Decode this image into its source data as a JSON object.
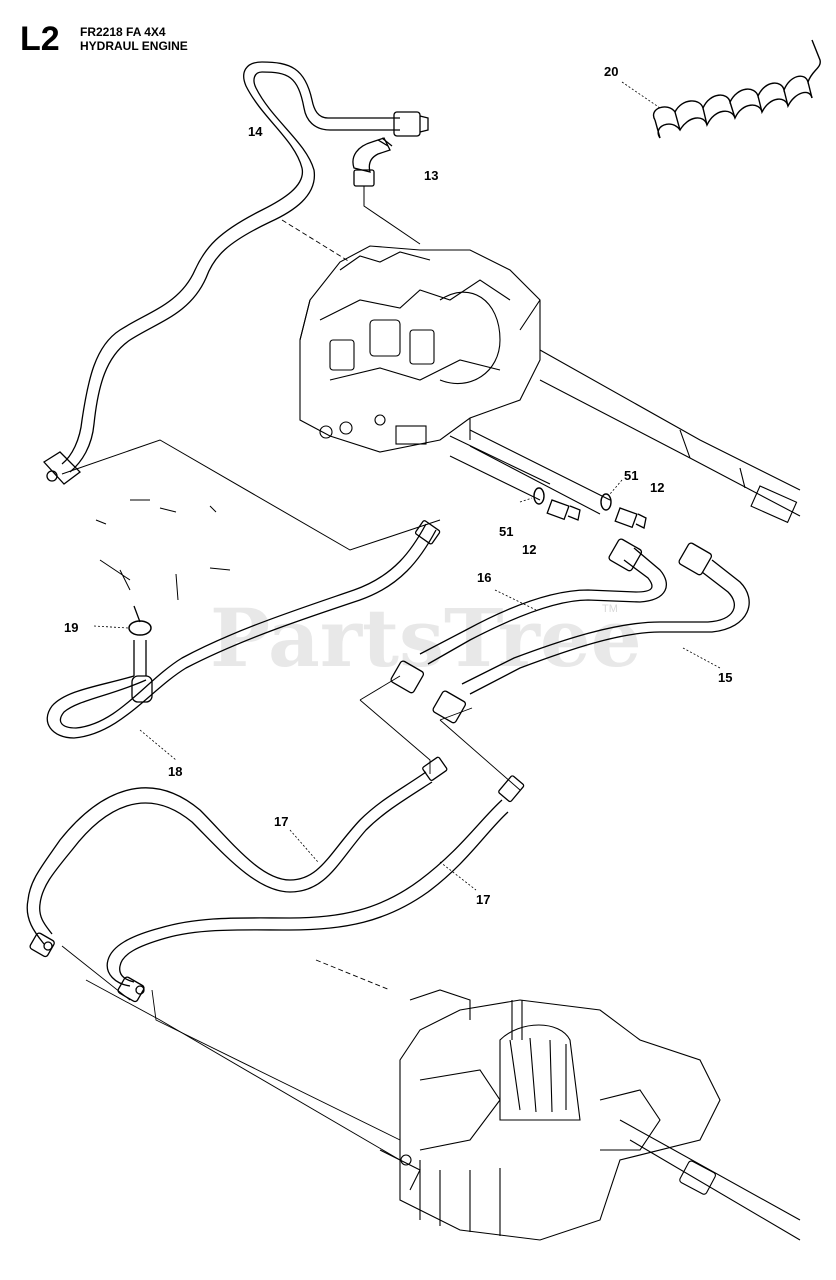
{
  "header": {
    "code": "L2",
    "model": "FR2218 FA 4X4",
    "section": "HYDRAUL ENGINE"
  },
  "watermark": {
    "text": "PartsTree",
    "tm": "TM"
  },
  "callouts": {
    "c20": "20",
    "c14": "14",
    "c13": "13",
    "c51a": "51",
    "c12a": "12",
    "c51b": "51",
    "c12b": "12",
    "c16": "16",
    "c19": "19",
    "c15": "15",
    "c18": "18",
    "c17a": "17",
    "c17b": "17"
  },
  "colors": {
    "line": "#000000",
    "watermark": "#e8e8e8",
    "background": "#ffffff"
  }
}
